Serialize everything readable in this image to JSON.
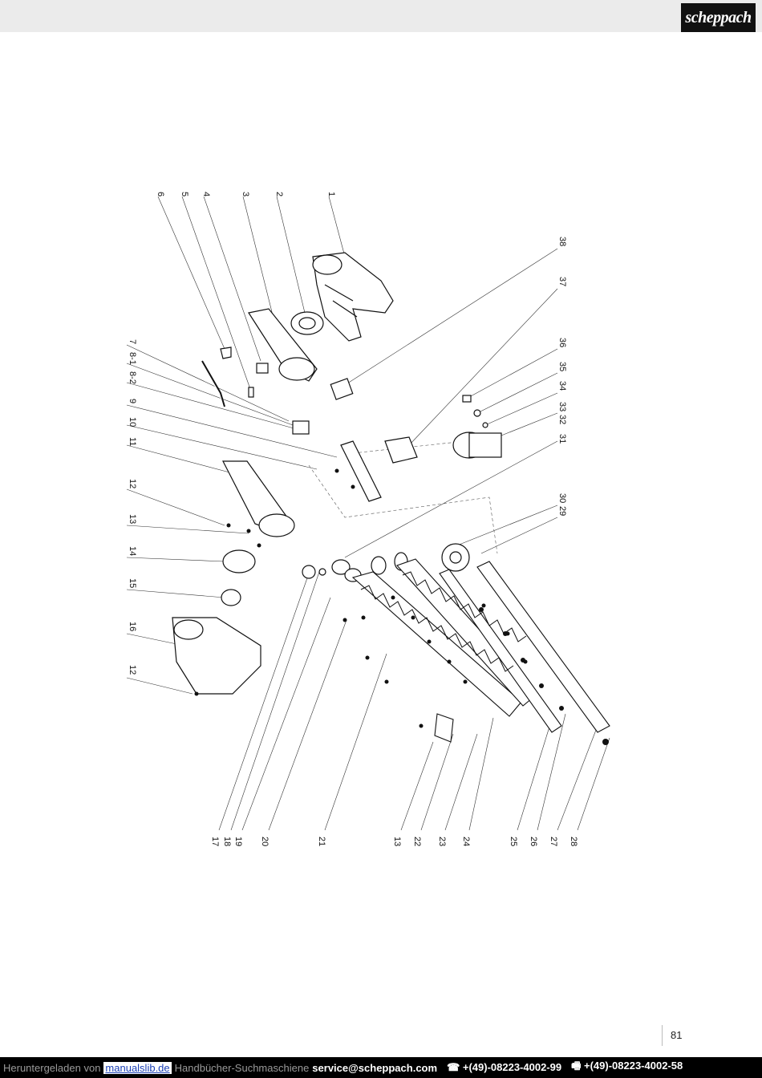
{
  "header": {
    "brand": "scheppach"
  },
  "diagram": {
    "top_labels": [
      "6",
      "5",
      "4",
      "3",
      "2",
      "1"
    ],
    "left_labels": [
      "7",
      "8-1",
      "8-2",
      "9",
      "10",
      "11",
      "12",
      "13",
      "14",
      "15",
      "16",
      "12"
    ],
    "right_labels": [
      "38",
      "37",
      "36",
      "35",
      "34",
      "33",
      "32",
      "31",
      "30",
      "29"
    ],
    "bottom_labels": [
      "17",
      "18",
      "19",
      "20",
      "21",
      "13",
      "22",
      "23",
      "24",
      "25",
      "26",
      "27",
      "28"
    ]
  },
  "page": {
    "number": "81"
  },
  "footer": {
    "prefix": "Heruntergeladen von",
    "link": "manualslib.de",
    "suffix": "Handbücher-Suchmaschiene",
    "email": "service@scheppach.com",
    "phone": "☎ +(49)-08223-4002-99",
    "fax": "🖷 +(49)-08223-4002-58"
  }
}
